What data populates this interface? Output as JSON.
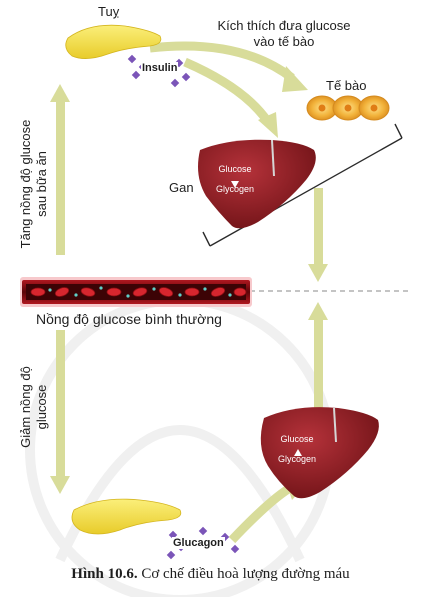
{
  "labels": {
    "pancreas_top": "Tuỵ",
    "stimulate_line1": "Kích thích đưa glucose",
    "stimulate_line2": "vào tế bào",
    "cells": "Tế bào",
    "liver": "Gan",
    "insulin": "Insulin",
    "glucagon": "Glucagon",
    "increase_line1": "Tăng nồng độ glucose",
    "increase_line2": "sau bữa ăn",
    "decrease_line1": "Giảm nồng độ",
    "decrease_line2": "glucose",
    "normal": "Nồng độ glucose bình thường",
    "liver_top_glucose": "Glucose",
    "liver_top_glycogen": "Glycogen",
    "liver_bottom_glucose": "Glucose",
    "liver_bottom_glycogen": "Glycogen"
  },
  "caption": {
    "figure": "Hình 10.6.",
    "text": " Cơ chế điều hoà lượng đường máu"
  },
  "colors": {
    "arrow": "#d8dc9a",
    "pancreas": "#f4e24a",
    "liver": "#8e1b20",
    "blood_vessel": "#8a0f14",
    "cells": "#f2b23a",
    "hormone": "#7b55b8"
  }
}
